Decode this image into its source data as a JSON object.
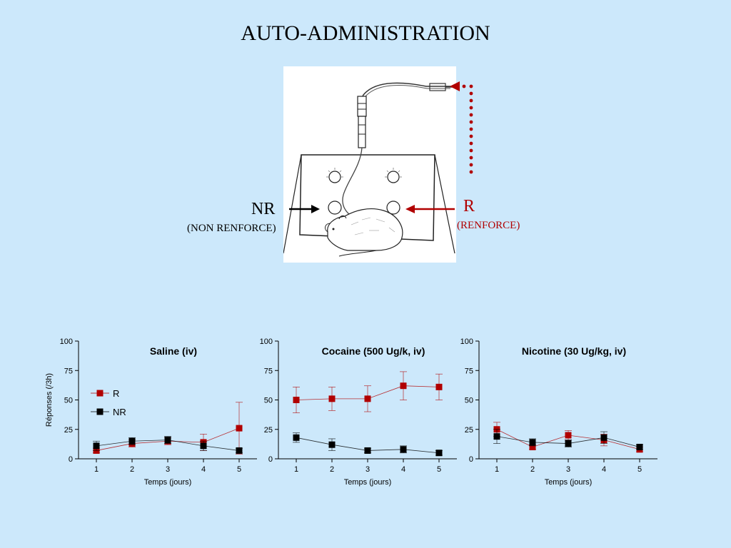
{
  "page": {
    "title": "AUTO-ADMINISTRATION"
  },
  "labels": {
    "nr_short": "NR",
    "nr_long": "(NON RENFORCE)",
    "r_short": "R",
    "r_long": "(RENFORCE)"
  },
  "colors": {
    "background": "#cce8fb",
    "reinforced": "#b10000",
    "non_reinforced": "#000000"
  },
  "chart_data": [
    {
      "type": "line",
      "title": "Saline (iv)",
      "xlabel": "Temps (jours)",
      "ylabel": "Réponses (/3h)",
      "x": [
        1,
        2,
        3,
        4,
        5
      ],
      "xlim": [
        0.5,
        5.5
      ],
      "ylim": [
        0,
        100
      ],
      "yticks": [
        0,
        25,
        50,
        75,
        100
      ],
      "legend": "upper-left",
      "series": [
        {
          "name": "R",
          "color": "#b10000",
          "values": [
            7,
            13,
            15,
            14,
            26
          ],
          "errors": [
            2,
            3,
            3,
            7,
            22
          ]
        },
        {
          "name": "NR",
          "color": "#000000",
          "values": [
            11,
            15,
            16,
            11,
            7
          ],
          "errors": [
            4,
            3,
            3,
            4,
            2
          ]
        }
      ]
    },
    {
      "type": "line",
      "title": "Cocaine (500 Ug/k, iv)",
      "xlabel": "Temps (jours)",
      "ylabel": "",
      "x": [
        1,
        2,
        3,
        4,
        5
      ],
      "xlim": [
        0.5,
        5.5
      ],
      "ylim": [
        0,
        100
      ],
      "yticks": [
        0,
        25,
        50,
        75,
        100
      ],
      "series": [
        {
          "values": [
            50,
            51,
            51,
            62,
            61
          ],
          "color": "#b10000",
          "errors": [
            11,
            10,
            11,
            12,
            11
          ]
        },
        {
          "values": [
            18,
            12,
            7,
            8,
            5
          ],
          "color": "#000000",
          "errors": [
            4,
            5,
            2,
            3,
            2
          ]
        }
      ]
    },
    {
      "type": "line",
      "title": "Nicotine (30 Ug/kg, iv)",
      "xlabel": "Temps (jours)",
      "ylabel": "",
      "x": [
        1,
        2,
        3,
        4,
        5
      ],
      "xlim": [
        0.5,
        5.5
      ],
      "ylim": [
        0,
        100
      ],
      "yticks": [
        0,
        25,
        50,
        75,
        100
      ],
      "series": [
        {
          "values": [
            25,
            10,
            20,
            16,
            8
          ],
          "color": "#b10000",
          "errors": [
            6,
            2,
            4,
            5,
            2
          ]
        },
        {
          "values": [
            19,
            14,
            13,
            18,
            10
          ],
          "color": "#000000",
          "errors": [
            6,
            3,
            3,
            5,
            2
          ]
        }
      ]
    }
  ]
}
